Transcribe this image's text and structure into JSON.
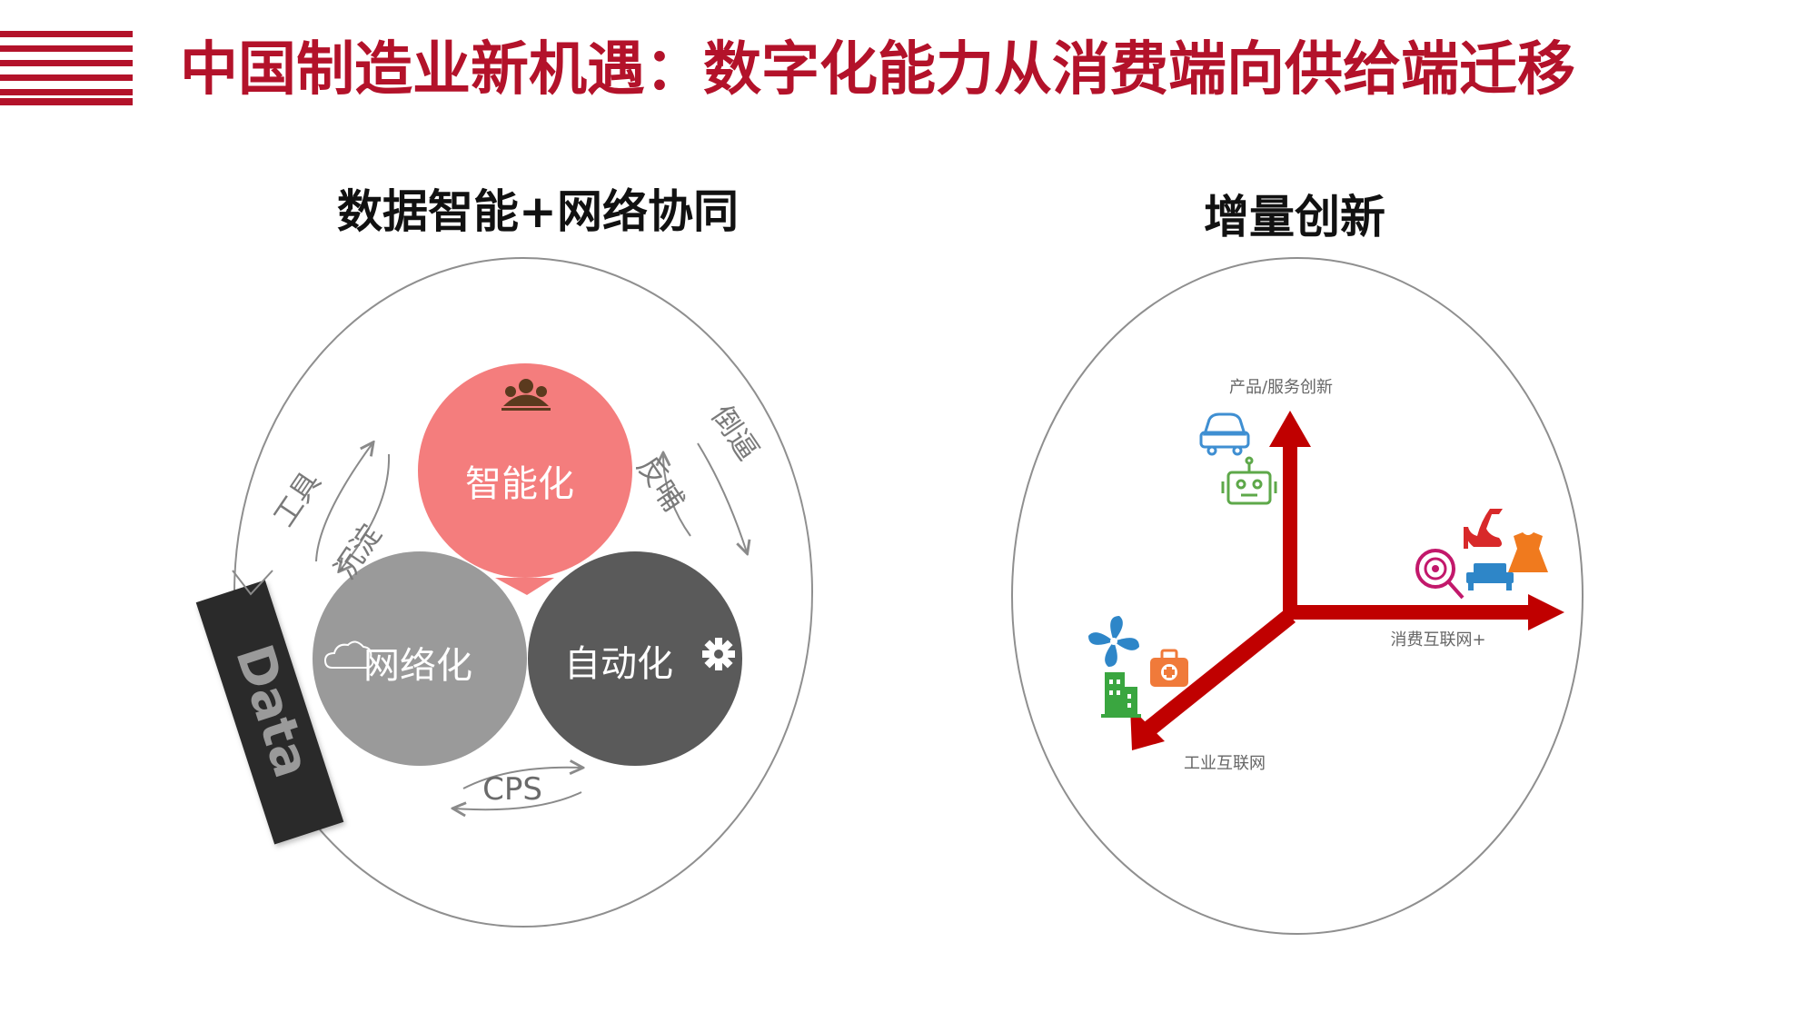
{
  "header": {
    "title": "中国制造业新机遇：数字化能力从消费端向供给端迁移",
    "accent_color": "#b3122a"
  },
  "left_diagram": {
    "title": "数据智能+网络协同",
    "circles": {
      "intelligence": {
        "label": "智能化",
        "color": "#f47d7d",
        "icon": "people-group-icon"
      },
      "network": {
        "label": "网络化",
        "color": "#9a9a9a",
        "icon": "cloud-icon"
      },
      "automation": {
        "label": "自动化",
        "color": "#5a5a5a",
        "icon": "gear-icon"
      }
    },
    "arrow_labels": {
      "tool": "工具",
      "deposit": "沉淀",
      "feedback": "反哺",
      "force": "倒逼",
      "cps": "CPS"
    },
    "data_bar": {
      "label": "Data",
      "color": "#2b2b2b"
    }
  },
  "right_diagram": {
    "title": "增量创新",
    "axis_color": "#c00000",
    "axes": {
      "up": "产品/服务创新",
      "right": "消费互联网+",
      "down_left": "工业互联网"
    },
    "icons": {
      "up": [
        "car-icon",
        "robot-icon"
      ],
      "right": [
        "lollipop-icon",
        "high-heel-icon",
        "dress-icon",
        "sofa-icon"
      ],
      "down_left": [
        "fan-icon",
        "medical-kit-icon",
        "building-icon"
      ]
    }
  }
}
